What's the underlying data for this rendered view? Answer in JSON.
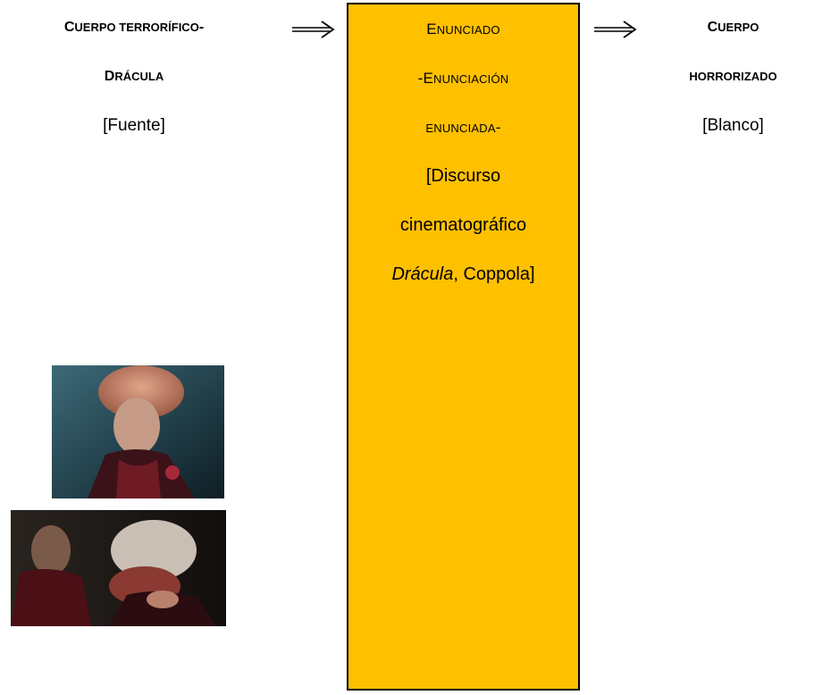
{
  "left": {
    "title_line1_cap1": "C",
    "title_line1_rest1": "UERPO TERRORÍFICO",
    "title_line1_dash": "-",
    "title_line2_cap": "D",
    "title_line2_rest": "RÁCULA",
    "role": "[Fuente]"
  },
  "center": {
    "line1_cap": "E",
    "line1_rest": "NUNCIADO",
    "line2_pre": "-E",
    "line2_rest": "NUNCIACIÓN",
    "line3_rest": "ENUNCIADA",
    "line3_dash": "-",
    "line4": "[Discurso",
    "line5": "cinematográfico",
    "line6_italic": "Drácula",
    "line6_rest": ", Coppola]"
  },
  "right": {
    "title_line1_cap": "C",
    "title_line1_rest": "UERPO",
    "title_line2": "HORRORIZADO",
    "role": "[Blanco]"
  },
  "colors": {
    "box_fill": "#ffc000",
    "box_border": "#000000"
  },
  "icons": [
    "arrow-right-icon",
    "arrow-right-icon"
  ],
  "images": [
    "dracula-portrait-photo",
    "dracula-bite-scene-photo"
  ]
}
